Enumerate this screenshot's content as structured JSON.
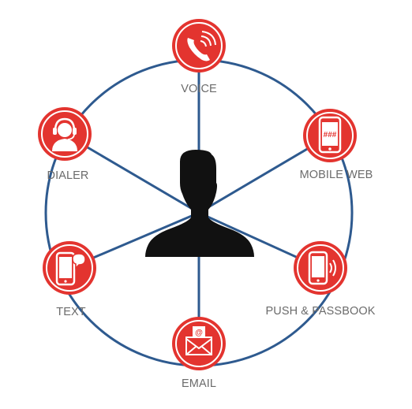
{
  "colors": {
    "ring": "#2e5a8f",
    "spoke": "#2e5a8f",
    "node_fill": "#e3342f",
    "node_border": "#e3342f",
    "node_inner_ring": "#ffffff",
    "person": "#111111",
    "label": "#6b6b6b"
  },
  "center": {
    "icon": "person-silhouette-icon"
  },
  "nodes": [
    {
      "id": "voice",
      "label": "VOICE",
      "icon": "phone-ringing-icon"
    },
    {
      "id": "mobile",
      "label": "MOBILE WEB",
      "icon": "mobile-web-icon",
      "icon_text": "###"
    },
    {
      "id": "push",
      "label": "PUSH & PASSBOOK",
      "icon": "phone-notification-icon"
    },
    {
      "id": "email",
      "label": "EMAIL",
      "icon": "envelope-at-icon",
      "icon_text": "@"
    },
    {
      "id": "text",
      "label": "TEXT",
      "icon": "phone-chat-icon"
    },
    {
      "id": "dialer",
      "label": "DIALER",
      "icon": "headset-agent-icon"
    }
  ]
}
